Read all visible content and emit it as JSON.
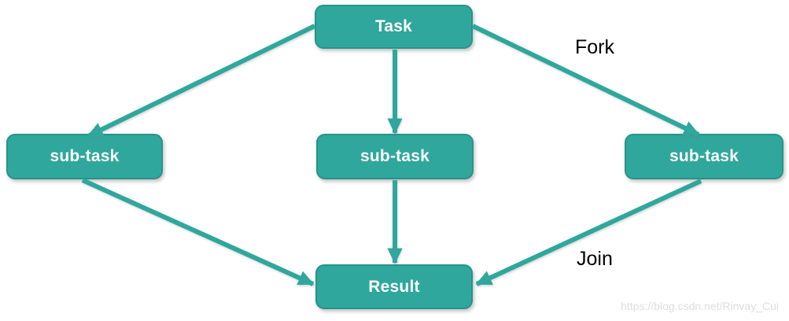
{
  "diagram": {
    "nodes": [
      {
        "id": "task",
        "label": "Task"
      },
      {
        "id": "subtask-left",
        "label": "sub-task"
      },
      {
        "id": "subtask-center",
        "label": "sub-task"
      },
      {
        "id": "subtask-right",
        "label": "sub-task"
      },
      {
        "id": "result",
        "label": "Result"
      }
    ],
    "edge_labels": {
      "fork": "Fork",
      "join": "Join"
    },
    "edges": [
      {
        "from": "task",
        "to": "subtask-left"
      },
      {
        "from": "task",
        "to": "subtask-center"
      },
      {
        "from": "task",
        "to": "subtask-right",
        "label": "Fork"
      },
      {
        "from": "subtask-left",
        "to": "result"
      },
      {
        "from": "subtask-center",
        "to": "result"
      },
      {
        "from": "subtask-right",
        "to": "result",
        "label": "Join"
      }
    ],
    "colors": {
      "node_fill": "#2FA79C",
      "node_border": "#26948A",
      "node_text": "#FFFFFF",
      "arrow": "#2FA79C",
      "label_text": "#000000"
    }
  },
  "watermark": {
    "text": "https://blog.csdn.net/Rinvay_Cui",
    "color": "#DEDEE2"
  }
}
